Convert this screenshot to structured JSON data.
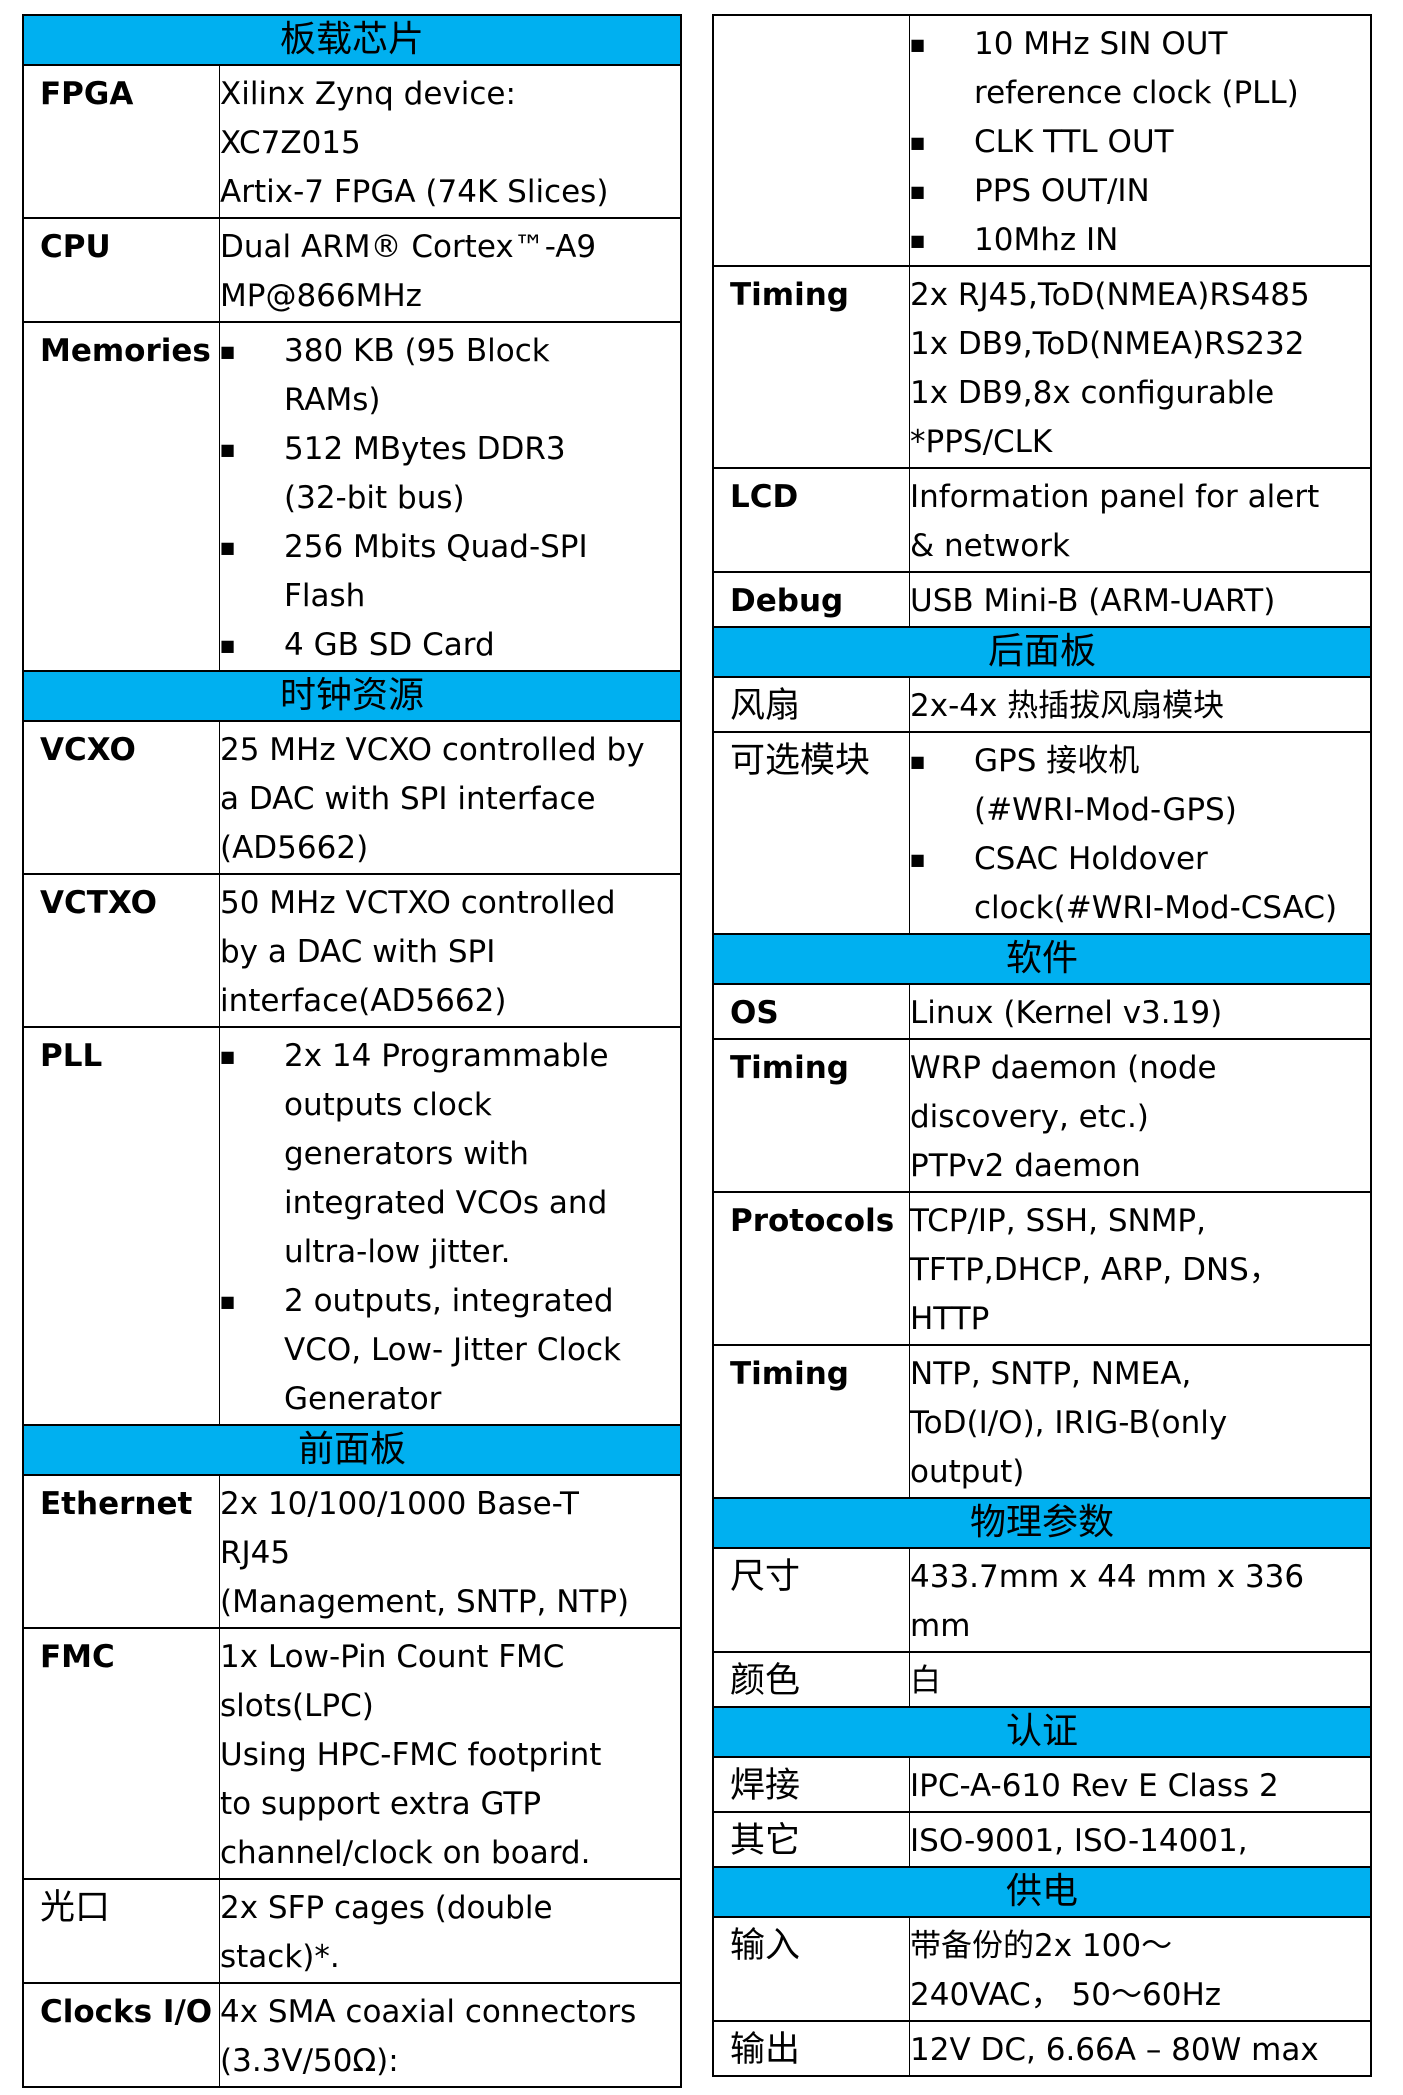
{
  "left": {
    "sections": [
      {
        "title": "板载芯片",
        "rows": [
          {
            "label": "FPGA",
            "lines": [
              "Xilinx Zynq device:",
              "XC7Z015",
              "Artix-7 FPGA (74K Slices)"
            ]
          },
          {
            "label": "CPU",
            "lines": [
              "Dual ARM® Cortex™-A9",
              "MP@866MHz"
            ]
          },
          {
            "label": "Memories",
            "bullets": [
              [
                "380 KB (95 Block",
                "RAMs)"
              ],
              [
                "512 MBytes DDR3",
                "(32-bit bus)"
              ],
              [
                "256 Mbits Quad-SPI",
                "Flash"
              ],
              [
                "4 GB SD Card"
              ]
            ]
          }
        ]
      },
      {
        "title": "时钟资源",
        "rows": [
          {
            "label": "VCXO",
            "lines": [
              "25 MHz VCXO controlled by",
              "a DAC with SPI interface",
              "(AD5662)"
            ]
          },
          {
            "label": "VCTXO",
            "lines": [
              "50 MHz VCTXO controlled",
              "by a DAC with SPI",
              "interface(AD5662)"
            ]
          },
          {
            "label": "PLL",
            "bullets": [
              [
                "2x 14 Programmable",
                "outputs clock",
                "generators with",
                "integrated VCOs and",
                "ultra-low jitter."
              ],
              [
                "2 outputs, integrated",
                "VCO, Low- Jitter Clock",
                "Generator"
              ]
            ]
          }
        ]
      },
      {
        "title": "前面板",
        "rows": [
          {
            "label": "Ethernet",
            "lines": [
              "2x 10/100/1000 Base-T",
              "RJ45",
              "(Management, SNTP, NTP)"
            ]
          },
          {
            "label": "FMC",
            "lines": [
              "1x Low-Pin Count FMC",
              "slots(LPC)",
              "Using HPC-FMC footprint",
              "to support extra GTP",
              "channel/clock on board."
            ]
          },
          {
            "label": "光口",
            "cjk": true,
            "lines": [
              "2x SFP cages (double",
              "stack)*."
            ]
          },
          {
            "label": "Clocks I/O",
            "lines": [
              "4x SMA coaxial connectors",
              "(3.3V/50Ω):"
            ]
          }
        ]
      }
    ]
  },
  "right": {
    "continuation_bullets": [
      [
        "10 MHz SIN OUT",
        "reference clock (PLL)"
      ],
      [
        "CLK TTL OUT"
      ],
      [
        "PPS OUT/IN"
      ],
      [
        "10Mhz IN"
      ]
    ],
    "top_rows": [
      {
        "label": "Timing",
        "lines": [
          "2x RJ45,ToD(NMEA)RS485",
          "1x DB9,ToD(NMEA)RS232",
          "1x DB9,8x configurable",
          "*PPS/CLK"
        ]
      },
      {
        "label": "LCD",
        "lines": [
          "Information panel for alert",
          "& network"
        ]
      },
      {
        "label": "Debug",
        "lines": [
          "USB Mini-B (ARM-UART)"
        ]
      }
    ],
    "sections": [
      {
        "title": "后面板",
        "rows": [
          {
            "label": "风扇",
            "cjk": true,
            "lines": [
              "2x-4x  热插拔风扇模块"
            ]
          },
          {
            "label": "可选模块",
            "cjk": true,
            "bullets": [
              [
                "GPS  接收机",
                "(#WRI-Mod-GPS)"
              ],
              [
                "CSAC Holdover",
                "clock(#WRI-Mod-CSAC)"
              ]
            ]
          }
        ]
      },
      {
        "title": "软件",
        "rows": [
          {
            "label": "OS",
            "lines": [
              "Linux (Kernel v3.19)"
            ]
          },
          {
            "label": "Timing",
            "lines": [
              "WRP daemon (node",
              "discovery, etc.)",
              "PTPv2 daemon"
            ]
          },
          {
            "label": "Protocols",
            "lines": [
              "TCP/IP, SSH, SNMP,",
              "TFTP,DHCP, ARP, DNS，",
              "HTTP"
            ]
          },
          {
            "label": "Timing",
            "lines": [
              "NTP, SNTP, NMEA,",
              "ToD(I/O), IRIG-B(only",
              "output)"
            ]
          }
        ]
      },
      {
        "title": "物理参数",
        "rows": [
          {
            "label": "尺寸",
            "cjk": true,
            "lines": [
              "433.7mm x 44 mm x 336",
              "mm"
            ]
          },
          {
            "label": "颜色",
            "cjk": true,
            "lines": [
              "白"
            ]
          }
        ]
      },
      {
        "title": "认证",
        "rows": [
          {
            "label": "焊接",
            "cjk": true,
            "lines": [
              "IPC-A-610 Rev E Class 2"
            ]
          },
          {
            "label": "其它",
            "cjk": true,
            "lines": [
              "ISO-9001, ISO-14001,"
            ]
          }
        ]
      },
      {
        "title": "供电",
        "rows": [
          {
            "label": "输入",
            "cjk": true,
            "lines": [
              "带备份的2x 100～",
              "240VAC，   50～60Hz"
            ]
          },
          {
            "label": "输出",
            "cjk": true,
            "lines": [
              "12V DC, 6.66A – 80W max"
            ]
          }
        ]
      }
    ]
  }
}
